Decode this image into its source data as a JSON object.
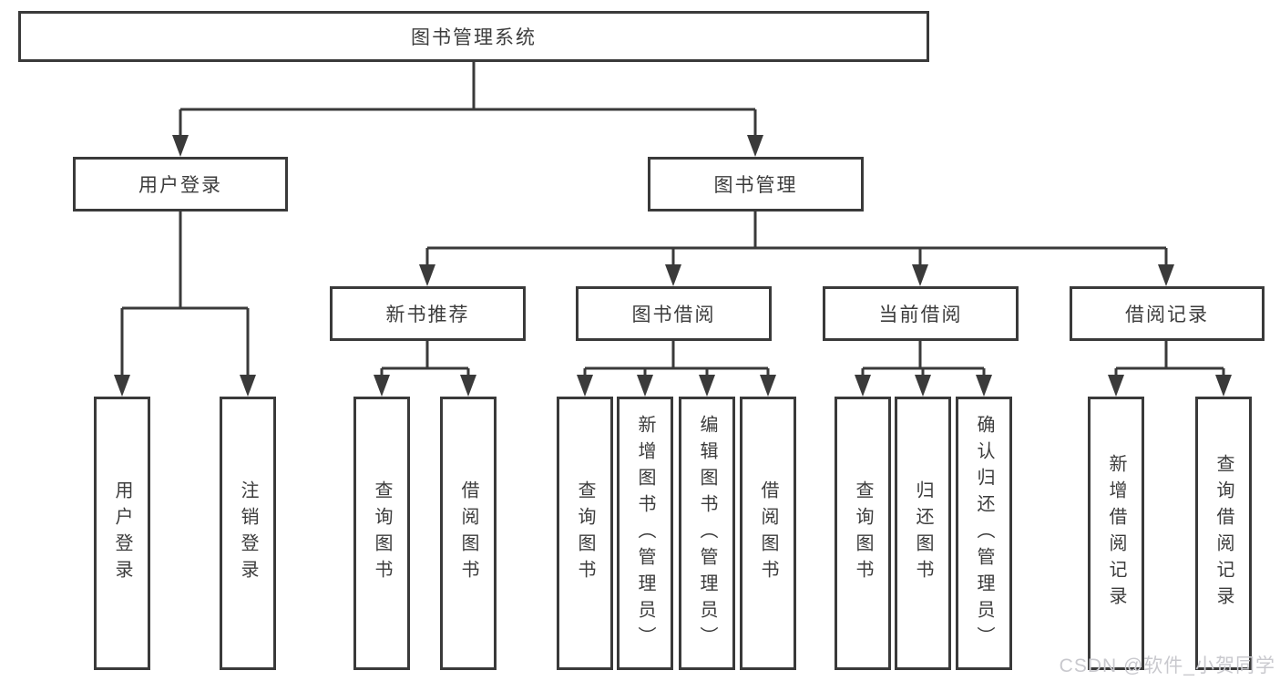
{
  "diagram": {
    "title": "图书管理系统",
    "branches": [
      {
        "label": "用户登录",
        "children": [
          {
            "label": "用户登录"
          },
          {
            "label": "注销登录"
          }
        ]
      },
      {
        "label": "图书管理",
        "children": [
          {
            "label": "新书推荐",
            "children": [
              {
                "label": "查询图书"
              },
              {
                "label": "借阅图书"
              }
            ]
          },
          {
            "label": "图书借阅",
            "children": [
              {
                "label": "查询图书"
              },
              {
                "label": "新增图书（管理员）"
              },
              {
                "label": "编辑图书（管理员）"
              },
              {
                "label": "借阅图书"
              }
            ]
          },
          {
            "label": "当前借阅",
            "children": [
              {
                "label": "查询图书"
              },
              {
                "label": "归还图书"
              },
              {
                "label": "确认归还（管理员）"
              }
            ]
          },
          {
            "label": "借阅记录",
            "children": [
              {
                "label": "新增借阅记录"
              },
              {
                "label": "查询借阅记录"
              }
            ]
          }
        ]
      }
    ]
  },
  "watermark": {
    "text": "CSDN @软件_小贺同学"
  },
  "colors": {
    "line": "#3a3a3a",
    "text": "#3c3c3c",
    "watermark": "#c9c9ce",
    "bg": "#ffffff"
  }
}
